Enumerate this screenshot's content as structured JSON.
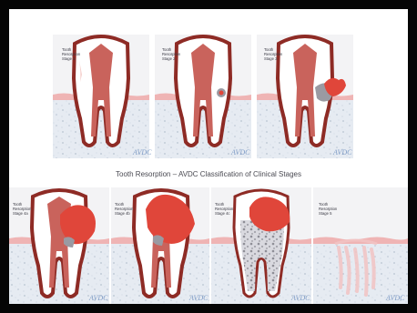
{
  "figure": {
    "caption": "Tooth Resorption – AVDC Classification of Clinical Stages",
    "watermark": "AVDC",
    "colors": {
      "frame": "#050505",
      "panel_bg": "#f3f3f5",
      "bone": "#e6ebf2",
      "bone_speck": "#b8c3d1",
      "gum": "#efb4b4",
      "tooth_fill": "#ffffff",
      "tooth_outline": "#8e2b25",
      "pulp": "#c9635c",
      "lesion": "#e0463a",
      "replacement": "#9a9aa2",
      "ghost": "#f2c4c4",
      "watermark": "#7f9cc6"
    },
    "panels": [
      {
        "label_lines": [
          "Tooth",
          "Resorption",
          "Stage 1"
        ]
      },
      {
        "label_lines": [
          "Tooth",
          "Resorption",
          "Stage 2"
        ]
      },
      {
        "label_lines": [
          "Tooth",
          "Resorption",
          "Stage 3"
        ]
      },
      {
        "label_lines": [
          "Tooth",
          "Resorption",
          "Stage 4a"
        ]
      },
      {
        "label_lines": [
          "Tooth",
          "Resorption",
          "Stage 4b"
        ]
      },
      {
        "label_lines": [
          "Tooth",
          "Resorption",
          "Stage 4c"
        ]
      },
      {
        "label_lines": [
          "Tooth",
          "Resorption",
          "Stage 5"
        ]
      }
    ]
  }
}
